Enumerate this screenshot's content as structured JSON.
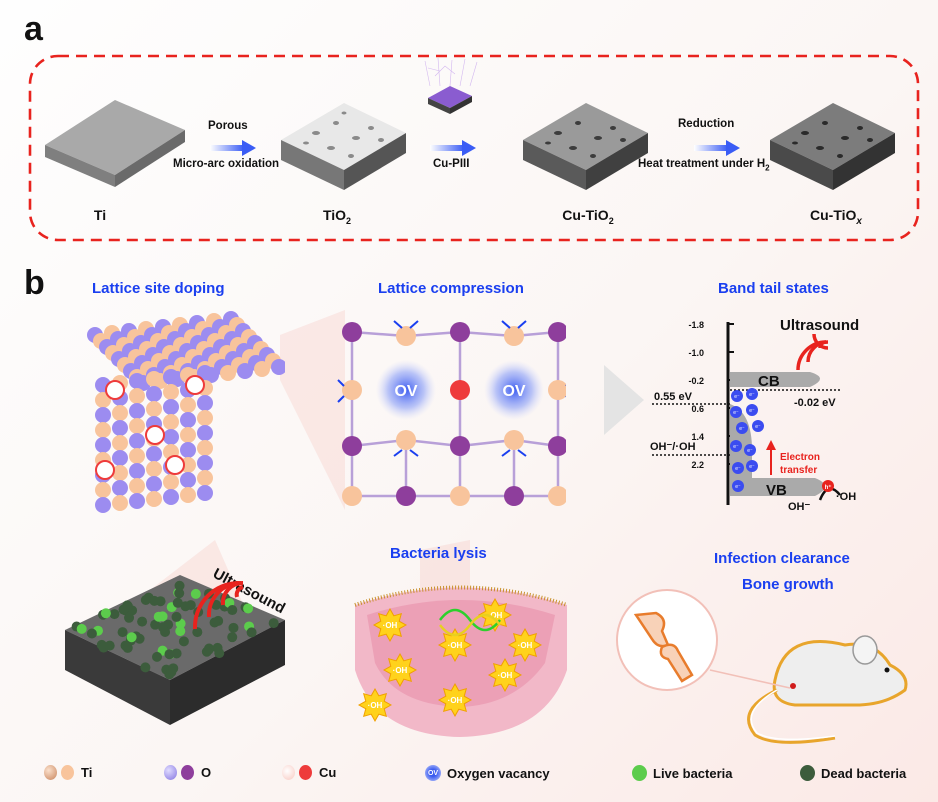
{
  "panel_a": {
    "label": "a",
    "steps": [
      {
        "name": "Ti",
        "sub": ""
      },
      {
        "name": "TiO",
        "sub": "2"
      },
      {
        "name": "Cu-TiO",
        "sub": "2"
      },
      {
        "name": "Cu-TiO",
        "sub": "x"
      }
    ],
    "arrows": [
      {
        "top": "Porous",
        "bottom": "Micro-arc oxidation"
      },
      {
        "top": "",
        "bottom": "Cu-PIII"
      },
      {
        "top": "Reduction",
        "bottom": "Heat treatment under H",
        "bottom_sub": "2"
      }
    ],
    "border_color": "#e8231e"
  },
  "panel_b": {
    "label": "b",
    "titles": {
      "lattice_doping": "Lattice site doping",
      "lattice_compression": "Lattice compression",
      "band_tail": "Band tail states",
      "bacteria_lysis": "Bacteria lysis",
      "infection": "Infection clearance",
      "bone": "Bone growth"
    },
    "ov_label": "OV",
    "ultrasound_label": "Ultrasound",
    "oh_label": "·OH",
    "band": {
      "ticks": [
        "-1.8",
        "-1.0",
        "-0.2",
        "0.6",
        "1.4",
        "2.2"
      ],
      "cb": "CB",
      "vb": "VB",
      "ultrasound": "Ultrasound",
      "cb_offset": "0.55 eV",
      "tail_offset": "-0.02 eV",
      "redox": "OH⁻/·OH",
      "electron_transfer_1": "Electron",
      "electron_transfer_2": "transfer",
      "electron": "e⁻",
      "hole": "h⁺",
      "oh_minus": "OH⁻",
      "oh_radical": "·OH"
    }
  },
  "legend": [
    {
      "label": "Ti",
      "colors": [
        "#d89a78",
        "#f8c8a4"
      ]
    },
    {
      "label": "O",
      "colors": [
        "#9c8cf0",
        "#8c3c9c"
      ]
    },
    {
      "label": "Cu",
      "colors": [
        "#fde4dc",
        "#f03c3c"
      ]
    },
    {
      "label": "Oxygen vacancy",
      "icon_text": "OV",
      "colors": [
        "#3b5bf0"
      ]
    },
    {
      "label": "Live bacteria",
      "colors": [
        "#5ccc4c"
      ]
    },
    {
      "label": "Dead bacteria",
      "colors": [
        "#3c5c3c"
      ]
    }
  ],
  "colors": {
    "accent_blue": "#1a3ff0",
    "ultrasound_red": "#e8231e",
    "ti": "#f8c49c",
    "o": "#8e3e9c",
    "cu": "#ee3b3b"
  }
}
